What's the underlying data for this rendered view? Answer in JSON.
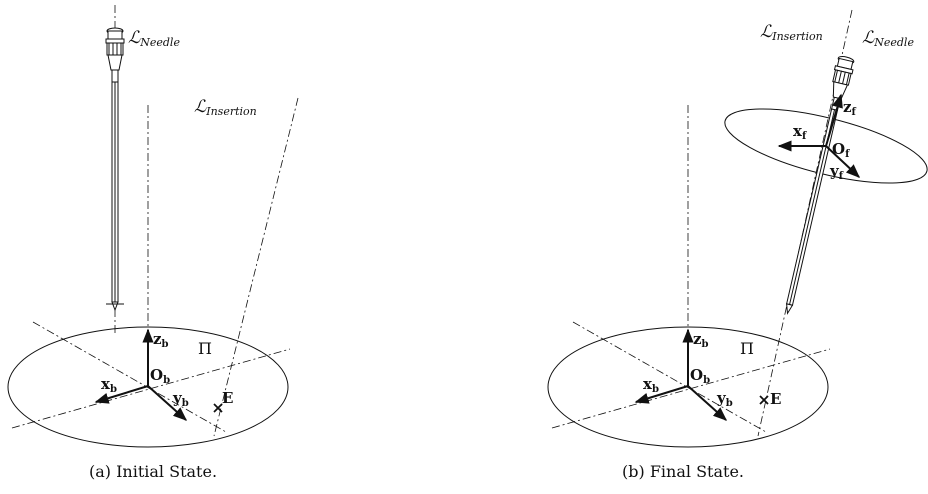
{
  "panel_a": {
    "caption": "(a) Initial State.",
    "needle_line": {
      "script": "ℒ",
      "subscript": "Needle"
    },
    "insertion_line": {
      "script": "ℒ",
      "subscript": "Insertion"
    },
    "plane_label": "Π",
    "origin": {
      "main": "O",
      "sub": "b"
    },
    "axis_x": {
      "main": "x",
      "sub": "b"
    },
    "axis_y": {
      "main": "y",
      "sub": "b"
    },
    "axis_z": {
      "main": "z",
      "sub": "b"
    },
    "entry_point": "E"
  },
  "panel_b": {
    "caption": "(b) Final State.",
    "insertion_line": {
      "script": "ℒ",
      "subscript": "Insertion"
    },
    "needle_line": {
      "script": "ℒ",
      "subscript": "Needle"
    },
    "plane_label": "Π",
    "origin": {
      "main": "O",
      "sub": "b"
    },
    "axis_x": {
      "main": "x",
      "sub": "b"
    },
    "axis_y": {
      "main": "y",
      "sub": "b"
    },
    "axis_z": {
      "main": "z",
      "sub": "b"
    },
    "entry_point": "E",
    "tool_origin": {
      "main": "O",
      "sub": "f"
    },
    "tool_x": {
      "main": "x",
      "sub": "f"
    },
    "tool_y": {
      "main": "y",
      "sub": "f"
    },
    "tool_z": {
      "main": "z",
      "sub": "f"
    }
  }
}
